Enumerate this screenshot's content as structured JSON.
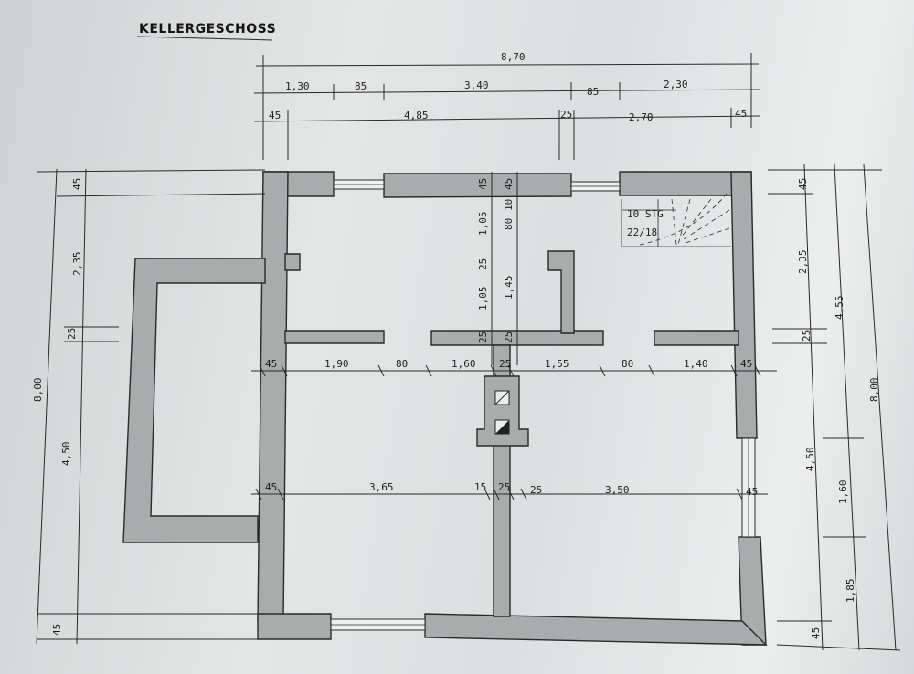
{
  "title": "KELLERGESCHOSS",
  "stair_label": "10 STG",
  "stair_ratio": "22/18",
  "dims_top": {
    "overall": "8,70",
    "row2": [
      "1,30",
      "85",
      "3,40",
      "85",
      "2,30"
    ],
    "row3": [
      "45",
      "4,85",
      "25",
      "2,70",
      "45"
    ]
  },
  "dims_left": {
    "overall": "8,00",
    "a": "45",
    "b": "2,35",
    "c": "25",
    "d": "4,50",
    "e": "45"
  },
  "dims_right": {
    "overall": "8,00",
    "sub1": "4,55",
    "sub2": "1,60",
    "sub3": "1,85",
    "a": "45",
    "b": "2,35",
    "c": "25",
    "d": "4,50",
    "e": "45"
  },
  "dims_inner_row1": [
    "45",
    "1,90",
    "80",
    "1,60",
    "25",
    "1,55",
    "80",
    "1,40",
    "45"
  ],
  "dims_inner_row2": [
    "45",
    "3,65",
    "15",
    "25",
    "25",
    "3,50",
    "45"
  ],
  "dims_inner_vertical": [
    "45",
    "45",
    "1,05",
    "80",
    "10",
    "25",
    "1,05",
    "1,45",
    "25",
    "25"
  ]
}
